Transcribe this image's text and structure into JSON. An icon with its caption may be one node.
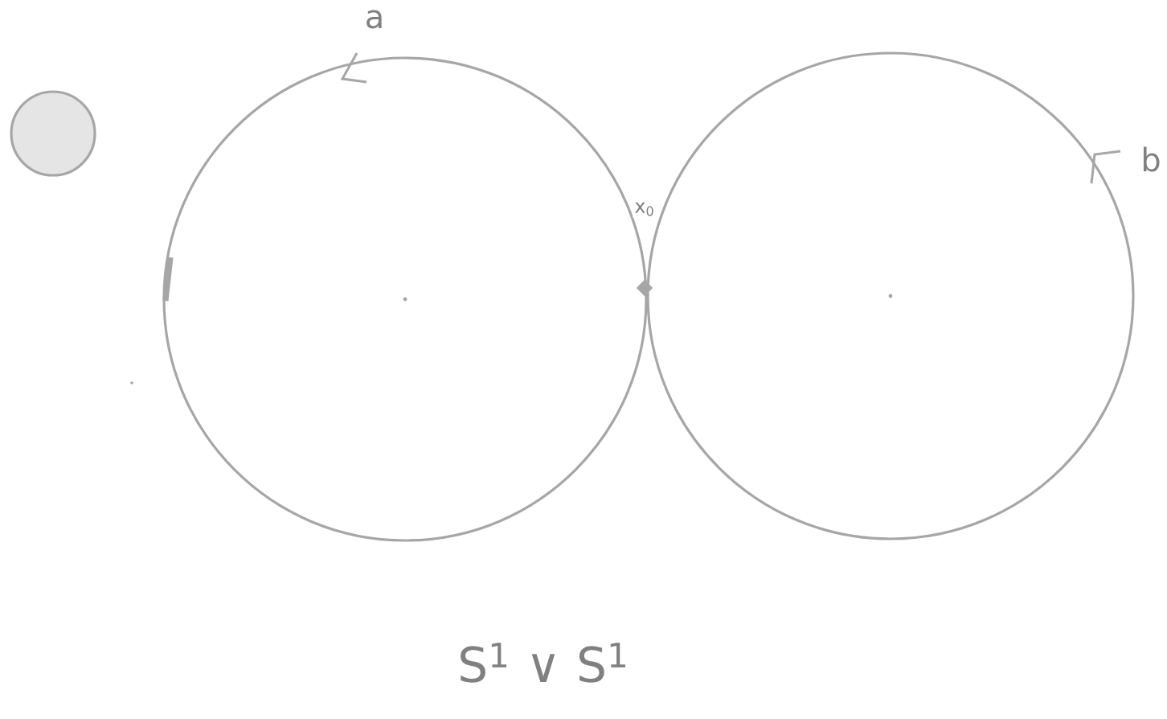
{
  "diagram": {
    "caption": "S$^{1}$ ∨ S$^{1}$",
    "nodes": [
      {
        "text": [],
        "shape": "circle"
      },
      {
        "text": [],
        "shape": "circle",
        "beside": [
          "a"
        ]
      },
      {
        "text": [],
        "shape": "circle",
        "beside": [
          "b"
        ]
      },
      {
        "text": [],
        "shape": "diamond"
      }
    ],
    "labels": [
      "x$_{0}$"
    ]
  }
}
